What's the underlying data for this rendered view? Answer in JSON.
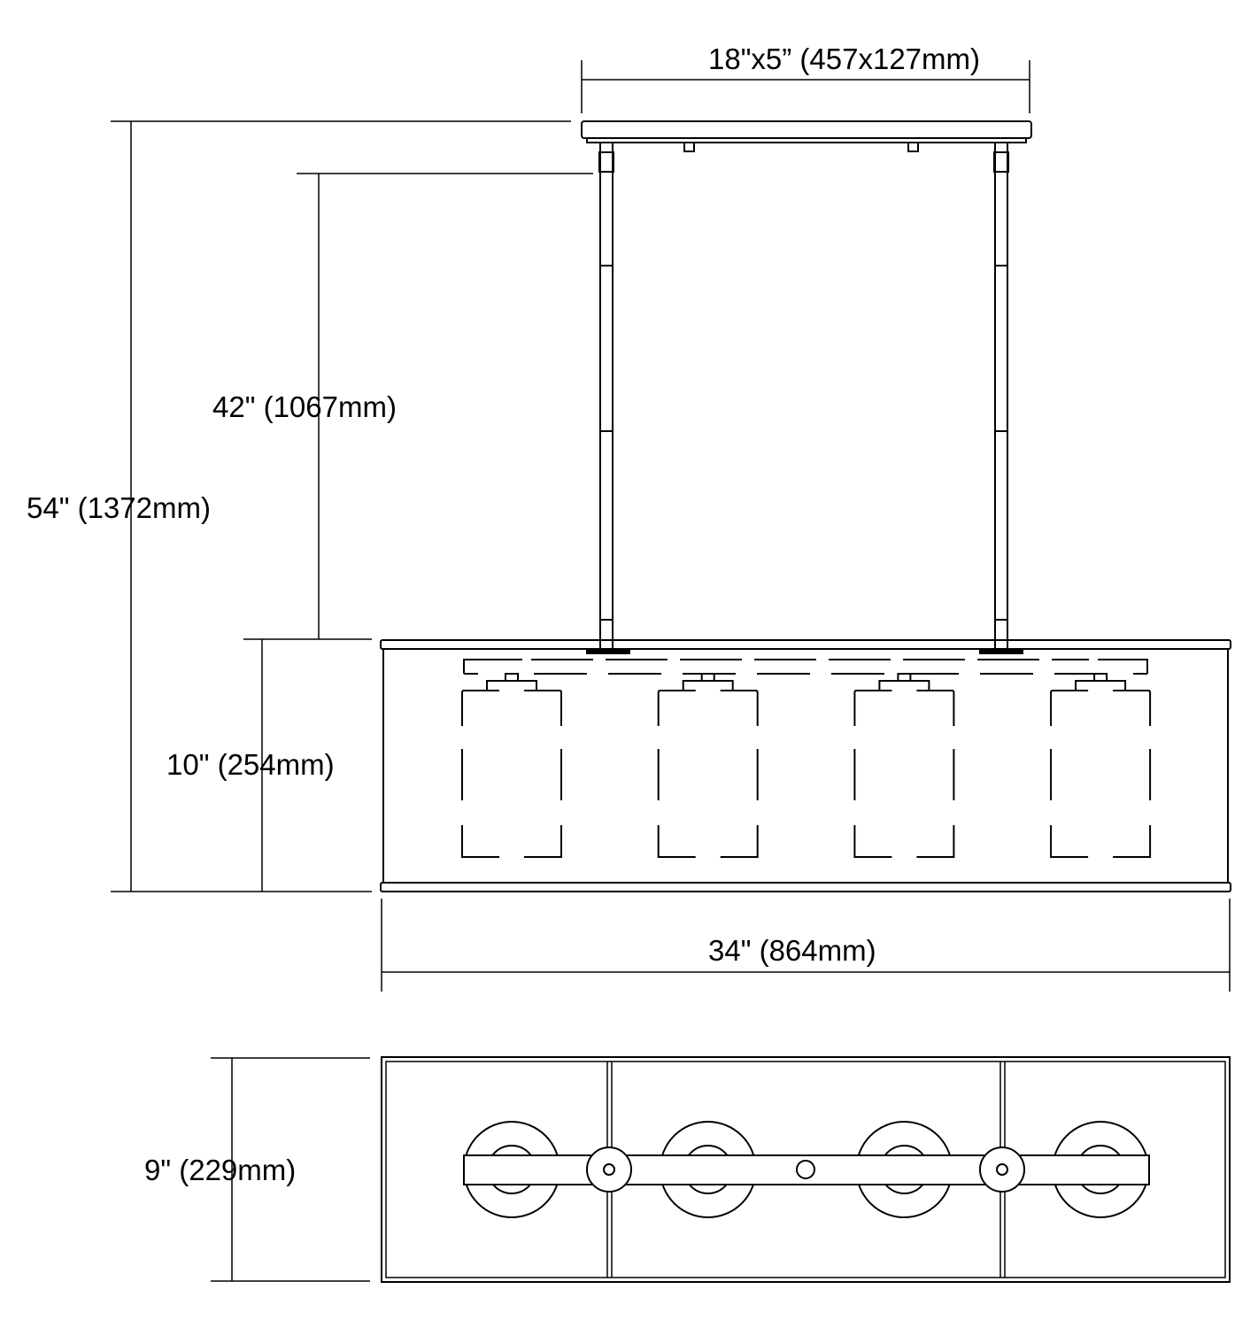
{
  "title": "Linear chandelier dimension drawing",
  "dimensions": {
    "canopy": "18\"x5” (457x127mm)",
    "overall_height": "54\" (1372mm)",
    "chain_length": "42\" (1067mm)",
    "shade_height": "10\" (254mm)",
    "width": "34\" (864mm)",
    "depth": "9\" (229mm)"
  },
  "light_count": 4,
  "colors": {
    "line": "#000000",
    "background": "#ffffff"
  }
}
